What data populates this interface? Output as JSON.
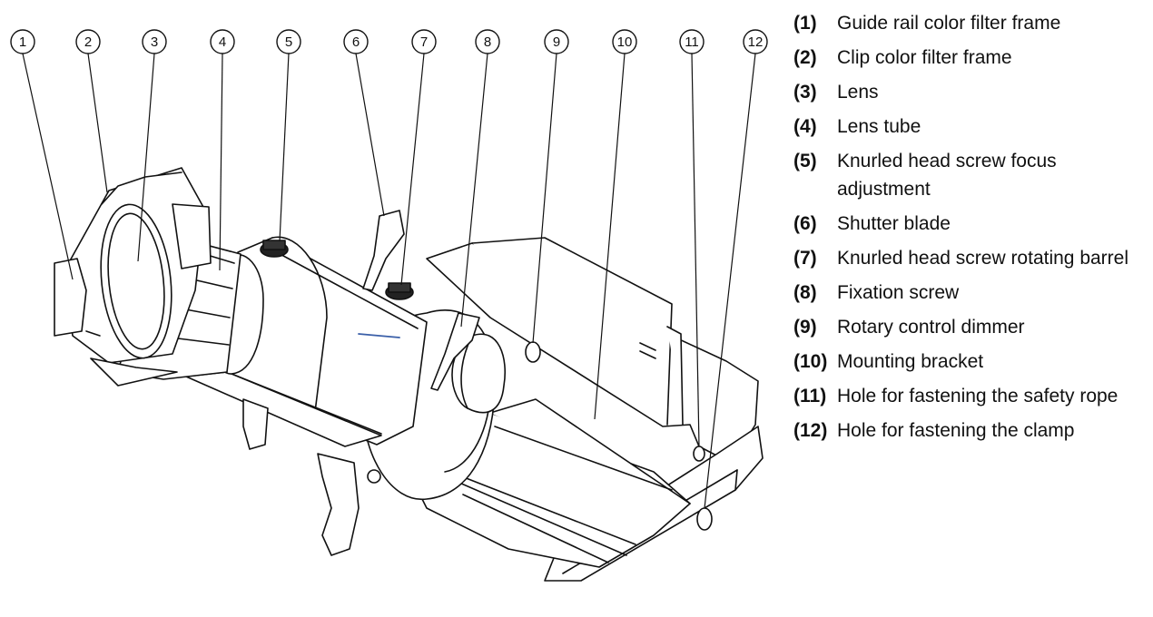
{
  "callouts": [
    "1",
    "2",
    "3",
    "4",
    "5",
    "6",
    "7",
    "8",
    "9",
    "10",
    "11",
    "12"
  ],
  "legend": [
    {
      "number": "(1)",
      "text": "Guide rail color filter frame"
    },
    {
      "number": "(2)",
      "text": "Clip color filter frame"
    },
    {
      "number": "(3)",
      "text": "Lens"
    },
    {
      "number": "(4)",
      "text": "Lens tube"
    },
    {
      "number": "(5)",
      "text": "Knurled head screw focus adjustment"
    },
    {
      "number": "(6)",
      "text": "Shutter blade"
    },
    {
      "number": "(7)",
      "text": "Knurled head screw rotating barrel"
    },
    {
      "number": "(8)",
      "text": "Fixation screw"
    },
    {
      "number": "(9)",
      "text": "Rotary control dimmer"
    },
    {
      "number": "(10)",
      "text": "Mounting bracket"
    },
    {
      "number": "(11)",
      "text": "Hole for fastening the safety rope"
    },
    {
      "number": "(12)",
      "text": "Hole for fastening the clamp"
    }
  ],
  "colors": {
    "line": "#111111",
    "accent_line": "#3a5fa8"
  }
}
